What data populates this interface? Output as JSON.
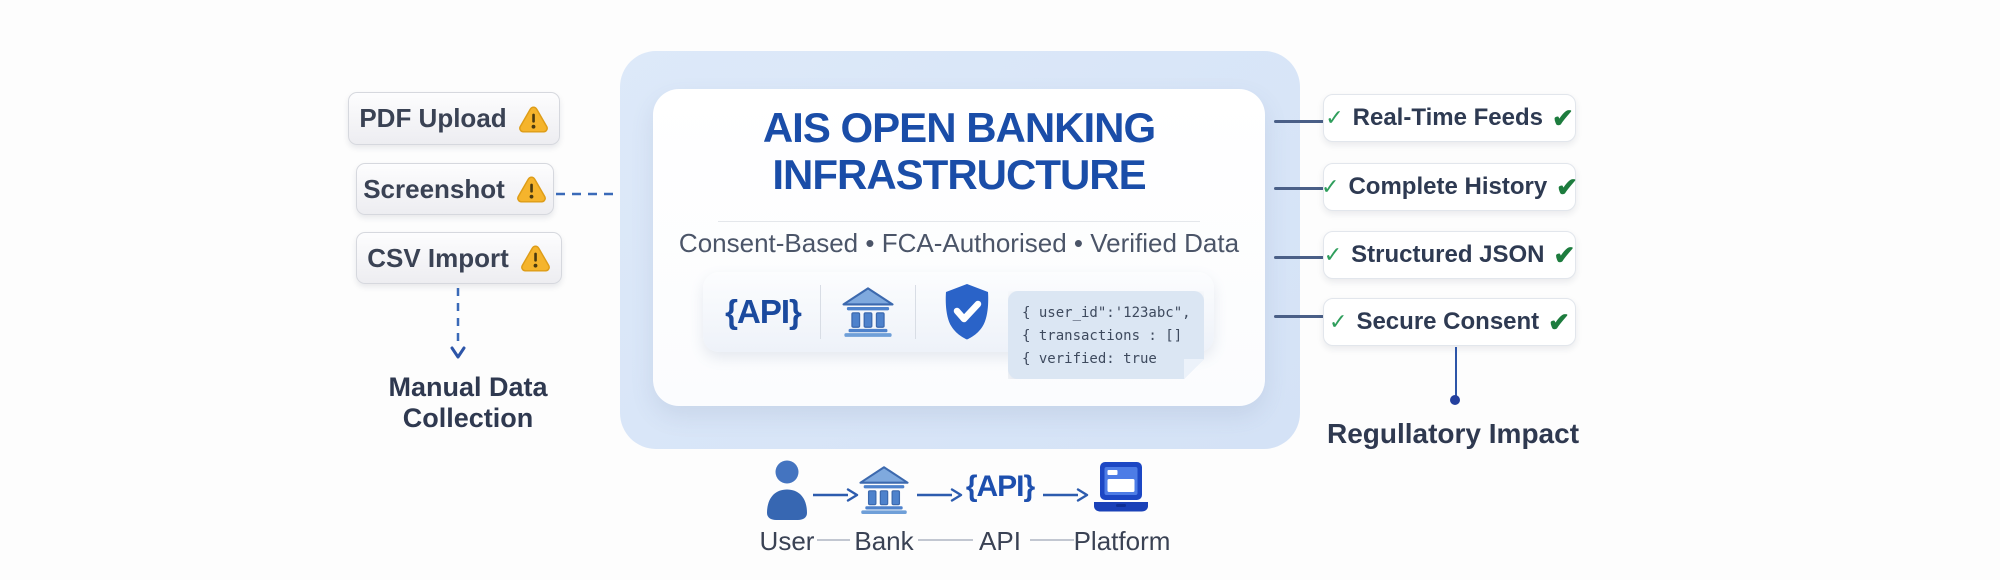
{
  "left_panel": {
    "buttons": [
      {
        "label": "PDF Upload"
      },
      {
        "label": "Screenshot"
      },
      {
        "label": "CSV Import"
      }
    ],
    "warning_icon": "warning-triangle",
    "caption": "Manual Data Collection"
  },
  "center_card": {
    "title_line1": "AIS OPEN BANKING",
    "title_line2": "INFRASTRUCTURE",
    "subtitle": "Consent-Based • FCA-Authorised • Verified Data",
    "api_badge": "{API}",
    "icons": [
      "api-braces",
      "bank",
      "shield-check"
    ],
    "code_snippet": {
      "lines": [
        "{ user_id\":'123abc\",",
        "{ transactions : []",
        "{ verified: true"
      ]
    }
  },
  "right_panel": {
    "check_thin": "✓",
    "check_bold": "✔",
    "items": [
      {
        "label": "Real-Time Feeds"
      },
      {
        "label": "Complete History"
      },
      {
        "label": "Structured JSON"
      },
      {
        "label": "Secure Consent"
      }
    ],
    "caption": "Regullatory Impact"
  },
  "bottom_flow": {
    "api_text": "{API}",
    "nodes": [
      {
        "label": "User"
      },
      {
        "label": "Bank"
      },
      {
        "label": "API"
      },
      {
        "label": "Platform"
      }
    ]
  },
  "colors": {
    "accent_blue": "#1a4da8",
    "container_blue": "#d9e6f8",
    "icon_blue": "#3e6cb8",
    "success_green": "#1e7e3e",
    "warning_amber": "#f5b42c",
    "code_box_blue": "#dbe6f3"
  }
}
